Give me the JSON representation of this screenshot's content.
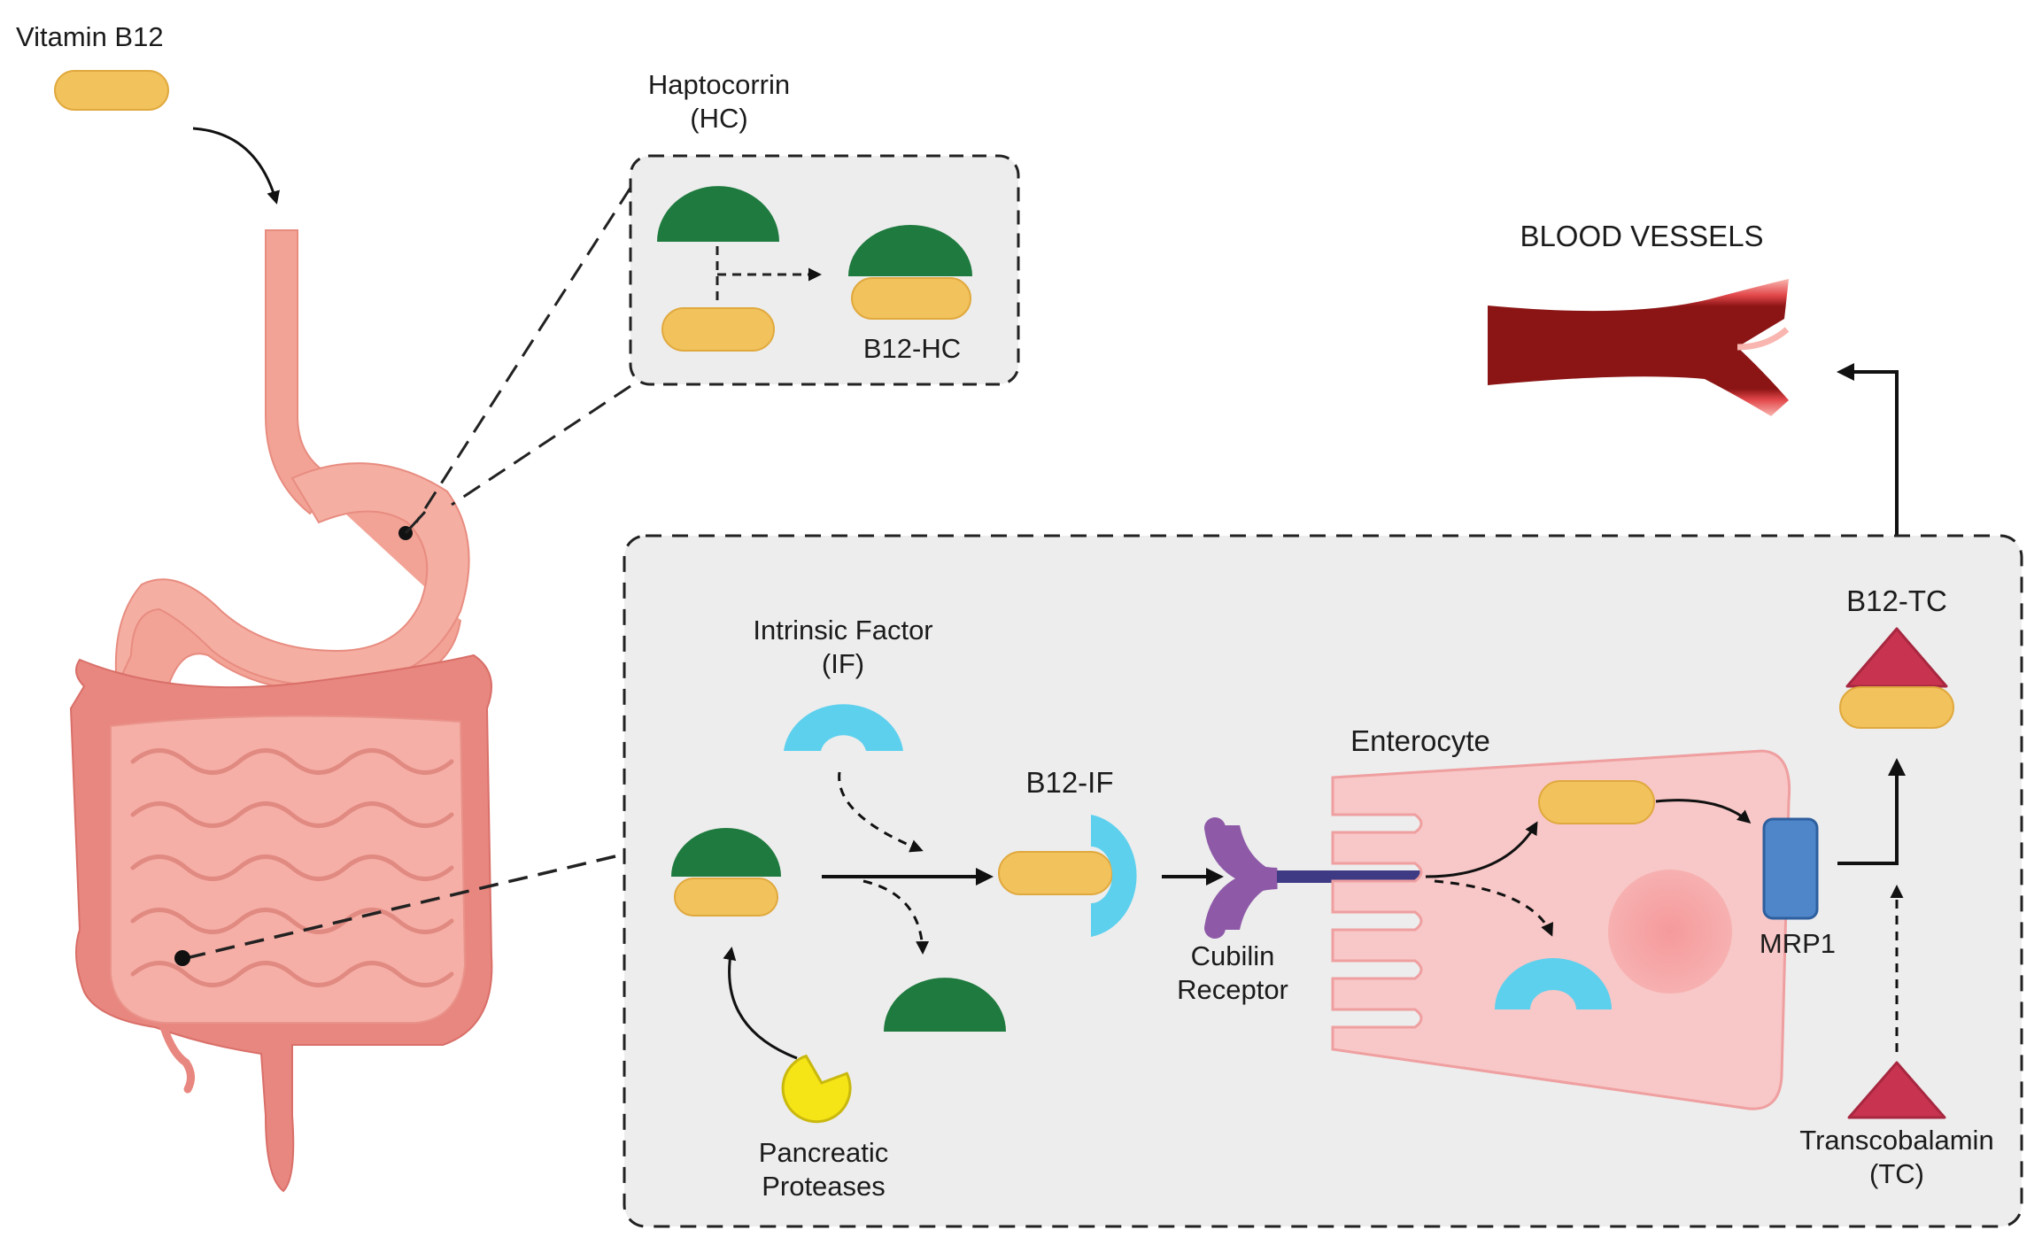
{
  "labels": {
    "vitamin_b12": "Vitamin B12",
    "haptocorrin_line1": "Haptocorrin",
    "haptocorrin_line2": "(HC)",
    "b12_hc": "B12-HC",
    "blood_vessels": "BLOOD VESSELS",
    "intrinsic_factor_line1": "Intrinsic Factor",
    "intrinsic_factor_line2": "(IF)",
    "b12_if": "B12-IF",
    "enterocyte": "Enterocyte",
    "b12_tc": "B12-TC",
    "cubilin_line1": "Cubilin",
    "cubilin_line2": "Receptor",
    "mrp1": "MRP1",
    "pancreatic_line1": "Pancreatic",
    "pancreatic_line2": "Proteases",
    "transcobalamin_line1": "Transcobalamin",
    "transcobalamin_line2": "(TC)"
  },
  "colors": {
    "b12_yellow": "#F2C25C",
    "haptocorrin_green": "#1E7A3E",
    "intrinsic_factor_blue": "#5DD0EE",
    "transcobalamin_red": "#C8344F",
    "cubilin_purple": "#8E5AA8",
    "mrp1_blue": "#4F86C9",
    "protease_yellow": "#F5E416",
    "enterocyte_pink": "#F8C7C7",
    "organ_pink": "#F2A396",
    "panel_grey": "#EDEDED",
    "vessel_red": "#8B1414"
  }
}
